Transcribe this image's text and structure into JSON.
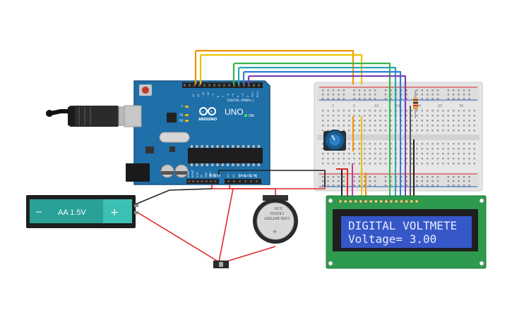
{
  "arduino": {
    "brand": "ARDUINO",
    "model": "UNO",
    "on_label": "ON",
    "digital_label": "DIGITAL (PWM~)",
    "power_label": "POWER",
    "analog_label": "ANALOG IN",
    "led_l": "L",
    "led_tx": "TX",
    "led_rx": "RX",
    "aref": "AREF",
    "gnd": "GND",
    "pins_digital": [
      "13",
      "12",
      "~11",
      "~10",
      "~9",
      "8",
      "7",
      "~6",
      "~5",
      "4",
      "~3",
      "2",
      "TX 1",
      "RX 0"
    ],
    "pins_power": [
      "IOREF",
      "RESET",
      "3.3V",
      "5V",
      "GND",
      "GND",
      "VIN"
    ],
    "pins_analog": [
      "A0",
      "A1",
      "A2",
      "A3",
      "A4",
      "A5"
    ]
  },
  "battery_aa": {
    "minus": "−",
    "label": "AA 1.5V",
    "plus": "+"
  },
  "coin_battery": {
    "voltage": "3.0V",
    "model": "CR2032",
    "type": "COIN BATTERY",
    "plus": "+"
  },
  "lcd": {
    "line1": "DIGITAL VOLTMETE",
    "line2": "Voltage= 3.00"
  },
  "breadboard": {
    "row_numbers": [
      "1",
      "5",
      "10",
      "15",
      "20",
      "25",
      "30"
    ]
  },
  "colors": {
    "arduino_blue": "#1f6fa8",
    "lcd_green": "#2e9a4e",
    "lcd_screen": "#3657c8",
    "battery_teal": "#2aa197",
    "wire_red": "#e0262b",
    "wire_black": "#222222"
  }
}
